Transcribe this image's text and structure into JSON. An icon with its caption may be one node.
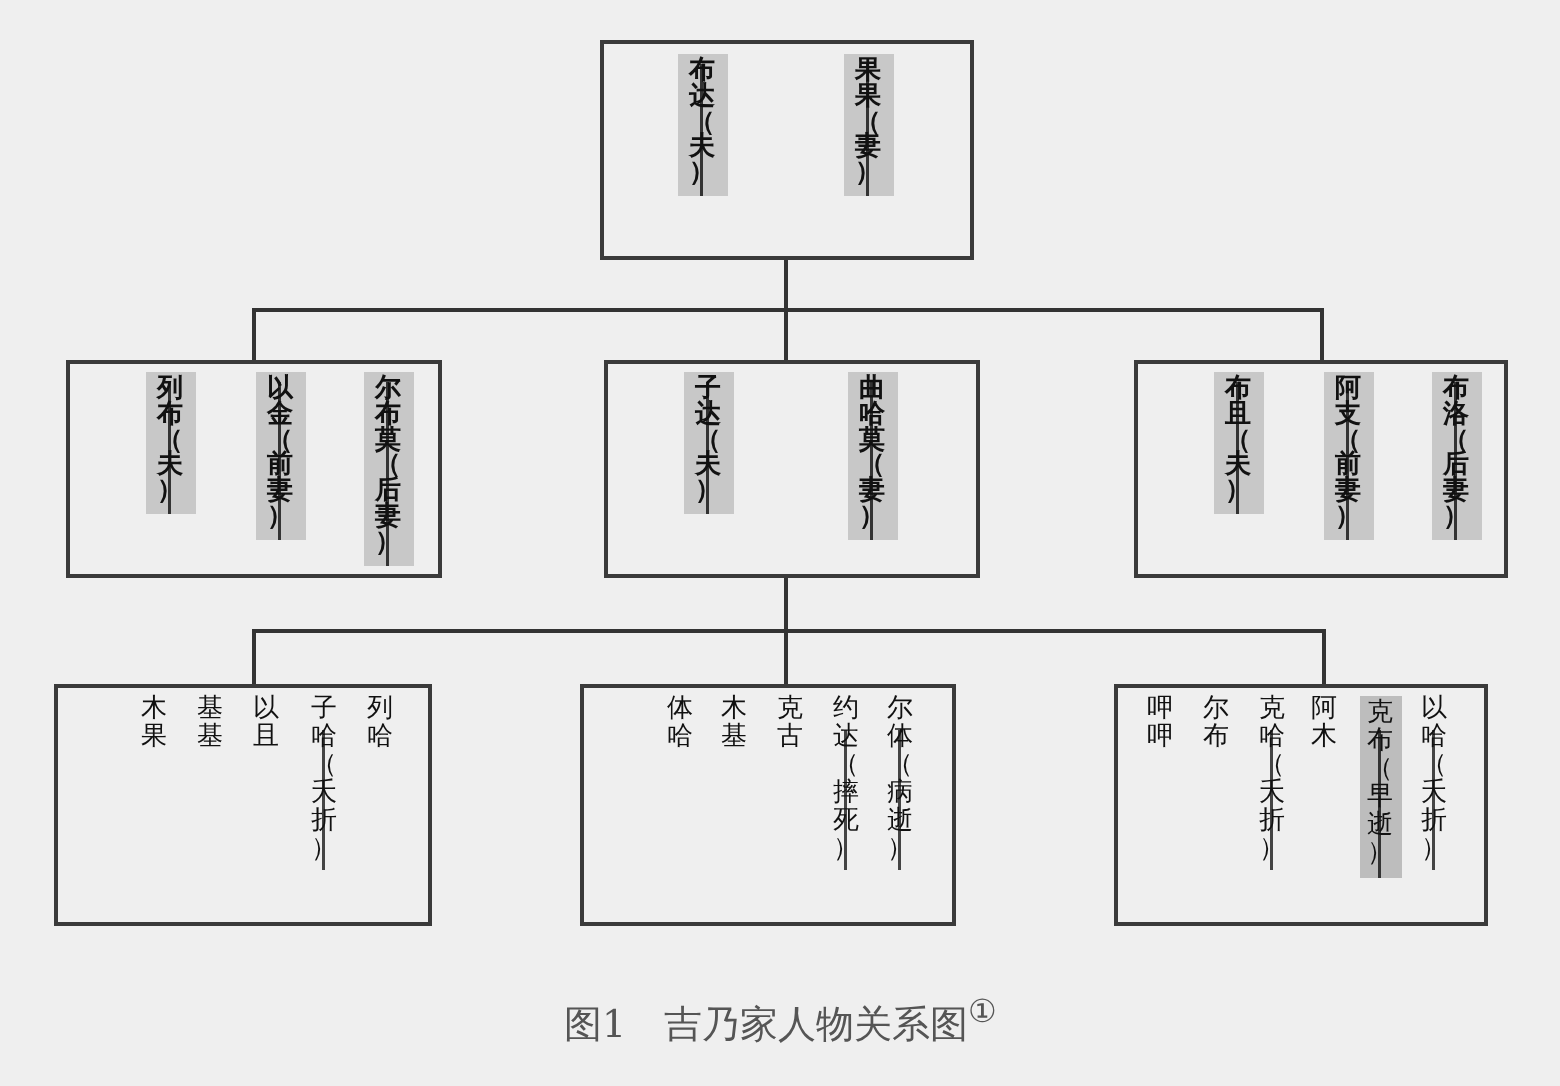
{
  "diagram": {
    "caption": "图1　吉乃家人物关系图$^{①}$",
    "nodes": [
      {
        "text": [
          "布达（夫）",
          "果果（妻）"
        ]
      },
      {
        "text": [
          "列布（夫）",
          "以金（前妻）",
          "尔布莫（后妻）"
        ]
      },
      {
        "text": [
          "子达（夫）",
          "曲哈莫（妻）"
        ]
      },
      {
        "text": [
          "布且（夫）",
          "阿支（前妻）",
          "布洛（后妻）"
        ]
      },
      {
        "text": [
          "木果",
          "基基",
          "以且",
          "子哈（夭折）",
          "列哈"
        ]
      },
      {
        "text": [
          "体哈",
          "木基",
          "克古",
          "约达（摔死）",
          "尔体（病逝）"
        ]
      },
      {
        "text": [
          "呷呷",
          "尔布",
          "克哈（夭折）",
          "阿木",
          "克布（早逝）",
          "以哈（夭折）"
        ]
      }
    ],
    "edges": [
      {
        "from": 0,
        "to": 1,
        "arrow": "none"
      },
      {
        "from": 0,
        "to": 2,
        "arrow": "none"
      },
      {
        "from": 0,
        "to": 3,
        "arrow": "none"
      },
      {
        "from": 2,
        "to": 4,
        "arrow": "none"
      },
      {
        "from": 2,
        "to": 5,
        "arrow": "none"
      },
      {
        "from": 2,
        "to": 6,
        "arrow": "none"
      }
    ]
  }
}
